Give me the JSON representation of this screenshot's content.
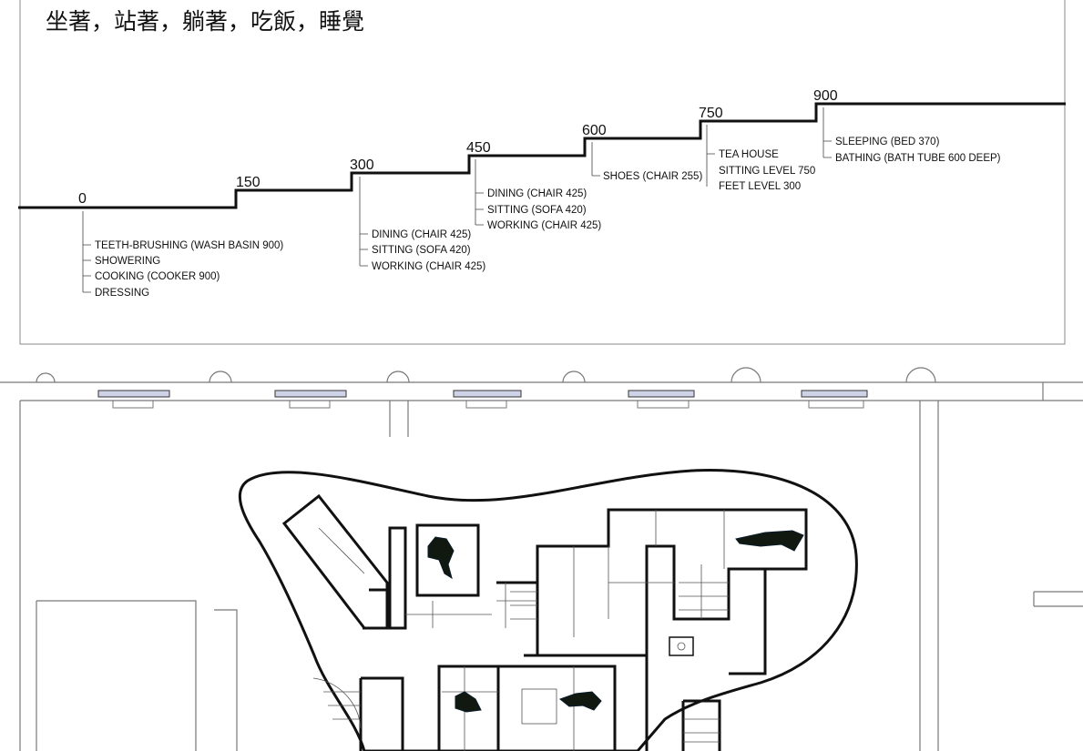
{
  "title": "坐著，站著，躺著，吃飯，睡覺",
  "levels": [
    {
      "label": "0",
      "activities": [
        "TEETH-BRUSHING (WASH BASIN 900)",
        "SHOWERING",
        "COOKING (COOKER 900)",
        "DRESSING"
      ]
    },
    {
      "label": "150",
      "activities": []
    },
    {
      "label": "300",
      "activities": [
        "DINING (CHAIR 425)",
        "SITTING (SOFA 420)",
        "WORKING (CHAIR 425)"
      ]
    },
    {
      "label": "450",
      "activities": [
        "DINING (CHAIR 425)",
        "SITTING (SOFA 420)",
        "WORKING (CHAIR 425)"
      ]
    },
    {
      "label": "600",
      "activities": [
        "SHOES (CHAIR 255)"
      ]
    },
    {
      "label": "750",
      "activities": [
        "TEA HOUSE",
        "SITTING LEVEL 750",
        "FEET LEVEL 300"
      ]
    },
    {
      "label": "900",
      "activities": [
        "SLEEPING (BED 370)",
        "BATHING (BATH TUBE 600 DEEP)"
      ]
    }
  ]
}
